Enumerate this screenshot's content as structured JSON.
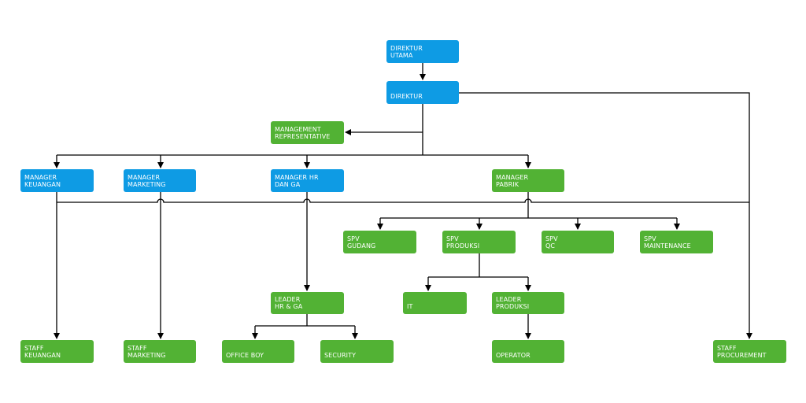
{
  "colors": {
    "executive": "#0e9be4",
    "operational": "#52b234",
    "connector": "#000000"
  },
  "nodes": {
    "direktur_utama": [
      "DIREKTUR",
      "UTAMA"
    ],
    "direktur": [
      "DIREKTUR"
    ],
    "management_rep": [
      "MANAGEMENT",
      "REPRESENTATIVE"
    ],
    "mgr_keuangan": [
      "MANAGER",
      "KEUANGAN"
    ],
    "mgr_marketing": [
      "MANAGER",
      "MARKETING"
    ],
    "mgr_hrga": [
      "MANAGER HR",
      "DAN GA"
    ],
    "mgr_pabrik": [
      "MANAGER",
      "PABRIK"
    ],
    "spv_gudang": [
      "SPV",
      "GUDANG"
    ],
    "spv_produksi": [
      "SPV",
      "PRODUKSI"
    ],
    "spv_qc": [
      "SPV",
      "QC"
    ],
    "spv_maintenance": [
      "SPV",
      "MAINTENANCE"
    ],
    "it": [
      "IT"
    ],
    "leader_produksi": [
      "LEADER",
      "PRODUKSI"
    ],
    "leader_hrga": [
      "LEADER",
      "HR & GA"
    ],
    "staff_keuangan": [
      "STAFF",
      "KEUANGAN"
    ],
    "staff_marketing": [
      "STAFF",
      "MARKETING"
    ],
    "office_boy": [
      "OFFICE BOY"
    ],
    "security": [
      "SECURITY"
    ],
    "operator": [
      "OPERATOR"
    ],
    "staff_procurement": [
      "STAFF",
      "PROCUREMENT"
    ]
  }
}
